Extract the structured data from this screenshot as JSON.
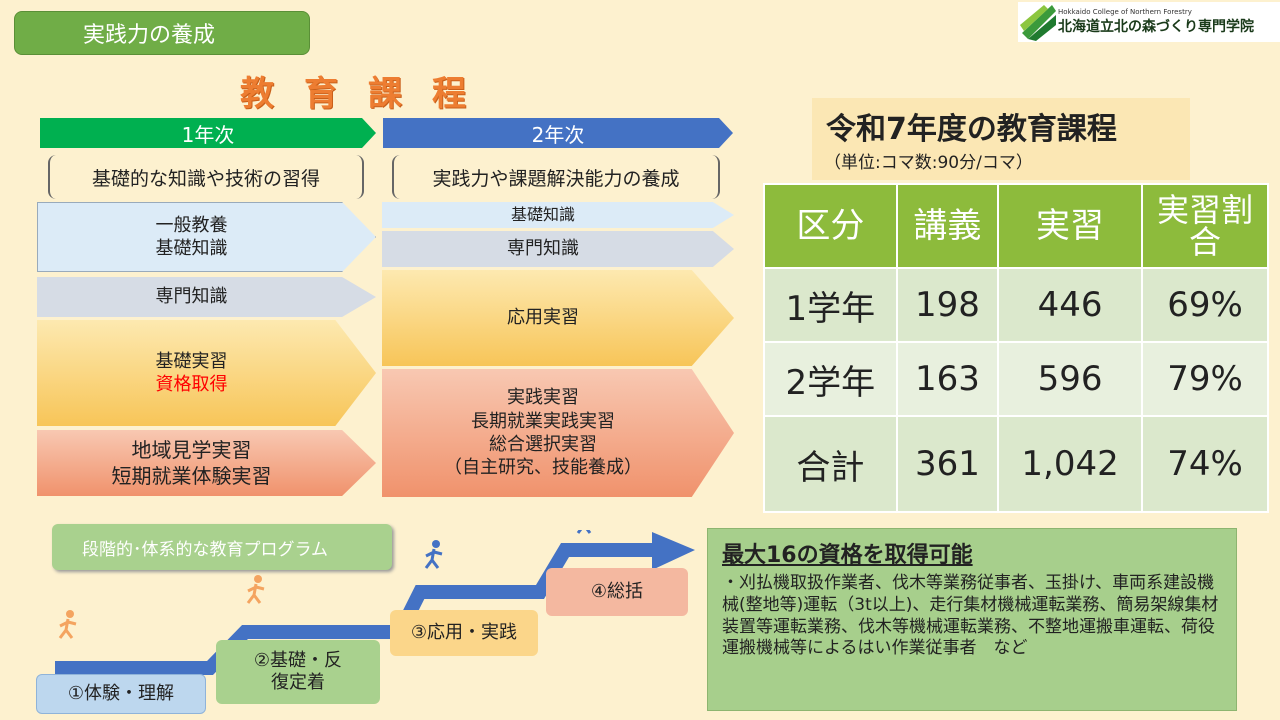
{
  "header": {
    "badge": "実践力の養成",
    "title": "教育課程",
    "logo_en": "Hokkaido College of Northern Forestry",
    "logo_ja": "北海道立北の森づくり専門学院"
  },
  "years": [
    {
      "label": "1年次",
      "goal": "基礎的な知識や技術の習得",
      "color": "#00b050",
      "blocks": [
        {
          "lines": [
            "一般教養",
            "基礎知識"
          ]
        },
        {
          "lines": [
            "専門知識"
          ]
        },
        {
          "lines": [
            "基礎実習"
          ],
          "highlight": "資格取得"
        },
        {
          "lines": [
            "地域見学実習",
            "短期就業体験実習"
          ]
        }
      ]
    },
    {
      "label": "2年次",
      "goal": "実践力や課題解決能力の養成",
      "color": "#4472c4",
      "blocks": [
        {
          "lines": [
            "基礎知識"
          ]
        },
        {
          "lines": [
            "専門知識"
          ]
        },
        {
          "lines": [
            "応用実習"
          ]
        },
        {
          "lines": [
            "実践実習",
            "長期就業実践実習",
            "総合選択実習",
            "（自主研究、技能養成）"
          ]
        }
      ]
    }
  ],
  "table": {
    "title": "令和7年度の教育課程",
    "unit": "（単位:コマ数:90分/コマ）",
    "headers": [
      "区分",
      "講義",
      "実習",
      "実習割合"
    ],
    "rows": [
      [
        "1学年",
        "198",
        "446",
        "69%"
      ],
      [
        "2学年",
        "163",
        "596",
        "79%"
      ],
      [
        "合計",
        "361",
        "1,042",
        "74%"
      ]
    ]
  },
  "program": {
    "label": "段階的･体系的な教育プログラム",
    "steps": [
      "①体験・理解",
      "②基礎・反復定着",
      "③応用・実践",
      "④総括"
    ]
  },
  "quals": {
    "title": "最大16の資格を取得可能",
    "body": "・刈払機取扱作業者、伐木等業務従事者、玉掛け、車両系建設機械(整地等)運転（3t以上)、走行集材機械運転業務、簡易架線集材装置等運転業務、伐木等機械運転業務、不整地運搬車運転、荷役運搬機械等によるはい作業従事者　など"
  },
  "colors": {
    "background": "#fdf1cf",
    "accent": "#ed7d31",
    "green": "#70ad47",
    "highlight_red": "#ff0000"
  }
}
